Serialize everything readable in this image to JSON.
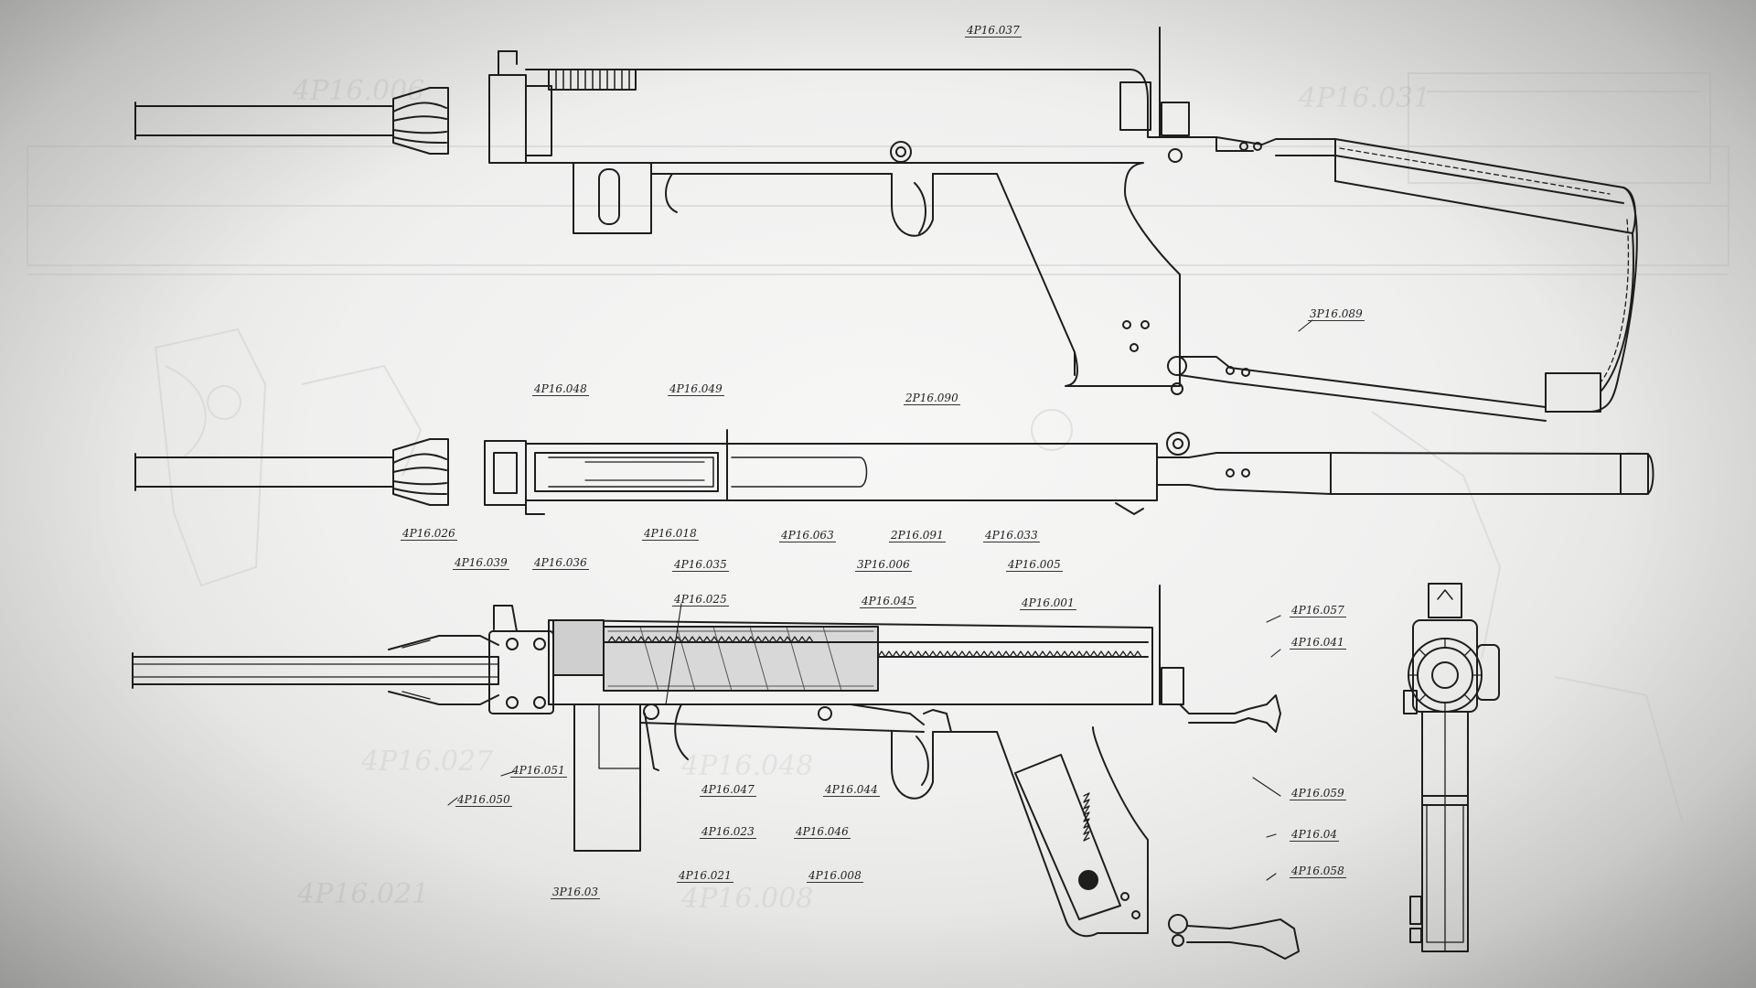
{
  "part_labels": [
    {
      "id": "l1",
      "text": "4P16.037"
    },
    {
      "id": "l2",
      "text": "3P16.089"
    },
    {
      "id": "l3",
      "text": "4P16.048"
    },
    {
      "id": "l4",
      "text": "4P16.049"
    },
    {
      "id": "l5",
      "text": "2P16.090"
    },
    {
      "id": "l6",
      "text": "4P16.026"
    },
    {
      "id": "l7",
      "text": "4P16.018"
    },
    {
      "id": "l8",
      "text": "4P16.063"
    },
    {
      "id": "l9",
      "text": "2P16.091"
    },
    {
      "id": "l10",
      "text": "4P16.033"
    },
    {
      "id": "l11",
      "text": "4P16.039"
    },
    {
      "id": "l12",
      "text": "4P16.036"
    },
    {
      "id": "l13",
      "text": "4P16.035"
    },
    {
      "id": "l14",
      "text": "3P16.006"
    },
    {
      "id": "l15",
      "text": "4P16.005"
    },
    {
      "id": "l16",
      "text": "4P16.025"
    },
    {
      "id": "l17",
      "text": "4P16.045"
    },
    {
      "id": "l18",
      "text": "4P16.001"
    },
    {
      "id": "l19",
      "text": "4P16.057"
    },
    {
      "id": "l20",
      "text": "4P16.041"
    },
    {
      "id": "l21",
      "text": "4P16.051"
    },
    {
      "id": "l22",
      "text": "4P16.050"
    },
    {
      "id": "l23",
      "text": "4P16.047"
    },
    {
      "id": "l24",
      "text": "4P16.044"
    },
    {
      "id": "l25",
      "text": "4P16.059"
    },
    {
      "id": "l26",
      "text": "4P16.023"
    },
    {
      "id": "l27",
      "text": "4P16.046"
    },
    {
      "id": "l28",
      "text": "4P16.04"
    },
    {
      "id": "l29",
      "text": "4P16.021"
    },
    {
      "id": "l30",
      "text": "4P16.008"
    },
    {
      "id": "l31",
      "text": "4P16.058"
    },
    {
      "id": "l32",
      "text": "3P16.03"
    }
  ],
  "ghost_labels": [
    {
      "id": "g1",
      "text": "4P16.006"
    },
    {
      "id": "g2",
      "text": "4P16.021"
    },
    {
      "id": "g3",
      "text": "4P16.027"
    },
    {
      "id": "g4",
      "text": "4P16.048"
    },
    {
      "id": "g5",
      "text": "4P16.008"
    },
    {
      "id": "g6",
      "text": "4P16.031"
    }
  ],
  "colors": {
    "paper": "#f2f2f1",
    "ink": "#1e1e1e",
    "ghost": "#cfcfcf"
  }
}
